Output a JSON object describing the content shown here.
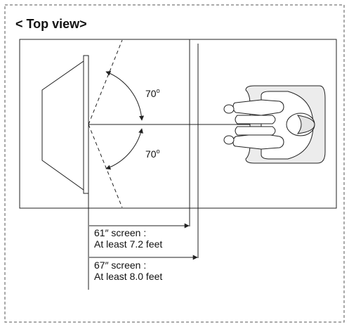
{
  "title": "< Top view>",
  "angles": {
    "upper": "70",
    "lower": "70",
    "degree_mark": "o"
  },
  "distances": [
    {
      "screen": "61″ screen :",
      "requirement": "At least 7.2 feet"
    },
    {
      "screen": "67″ screen :",
      "requirement": "At least 8.0 feet"
    }
  ],
  "icons": {
    "tv": "tv-top-view-icon",
    "viewer": "seated-viewer-icon"
  },
  "colors": {
    "line": "#222222",
    "border": "#555555",
    "background": "#ffffff"
  }
}
